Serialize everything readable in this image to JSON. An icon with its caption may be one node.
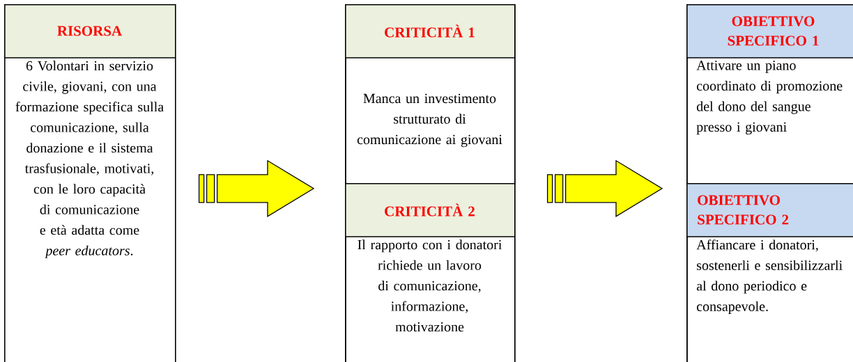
{
  "diagram": {
    "nodes": [
      {
        "text": [
          "RISORSA",
          "6 Volontari in servizio civile, giovani, con una formazione specifica sulla comunicazione, sulla donazione e il sistema trasfusionale, motivati, con le loro capacità di comunicazione e età adatta come *peer educators*."
        ]
      },
      {
        "text": [],
        "shape": "box"
      },
      {
        "text": [
          "CRITICITÀ 1",
          "Manca un investimento strutturato di comunicazione ai giovani"
        ],
        "in": 1
      },
      {
        "text": [
          "CRITICITÀ 2",
          "Il rapporto con i donatori richiede un lavoro di comunicazione, informazione, motivazione"
        ],
        "in": 1
      },
      {
        "text": [],
        "shape": "box"
      },
      {
        "text": [
          "OBIETTIVO SPECIFICO 1",
          "Attivare un piano coordinato di promozione del dono del sangue presso i giovani"
        ],
        "in": 4
      },
      {
        "text": [
          "OBIETTIVO SPECIFICO 2",
          "Affiancare i donatori, sostenerli e sensibilizzarli al dono periodico e consapevole."
        ],
        "in": 4
      }
    ],
    "edges": [
      {
        "from": 0,
        "to": 1,
        "arrow": "to"
      },
      {
        "from": 1,
        "to": 4,
        "arrow": "to"
      }
    ]
  }
}
